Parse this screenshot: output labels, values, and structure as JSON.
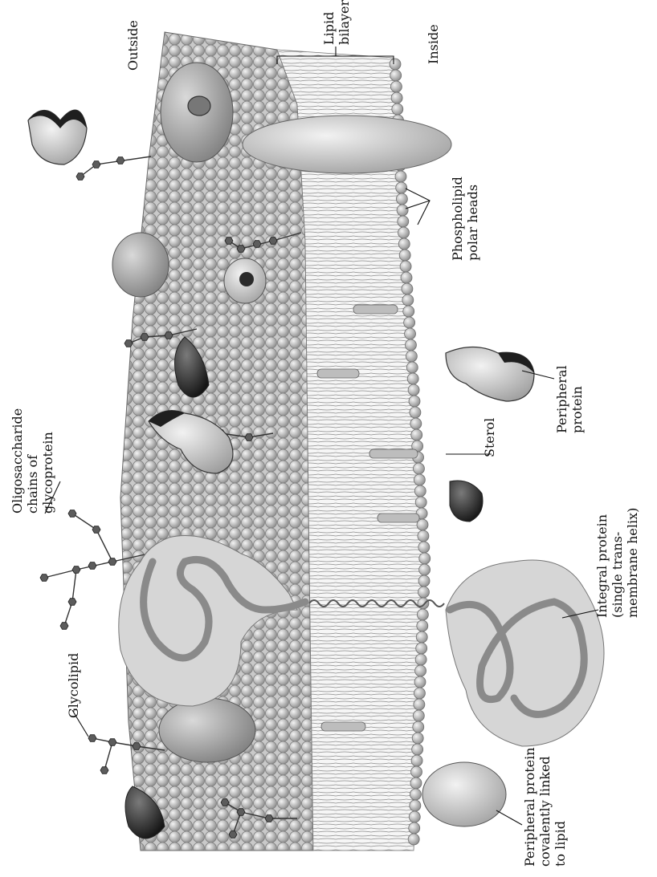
{
  "diagram": {
    "labels": {
      "outside": "Outside",
      "inside": "Inside",
      "lipid_bilayer": "Lipid\nbilayer",
      "oligosaccharide": "Oligosaccharide\nchains of\nglycoprotein",
      "glycolipid": "Glycolipid",
      "phospholipid_heads": "Phospholipid\npolar heads",
      "sterol": "Sterol",
      "peripheral_protein": "Peripheral\nprotein",
      "integral_protein": "Integral protein\n(single trans-\nmembrane helix)",
      "peripheral_covalent": "Peripheral protein\ncovalently linked\nto lipid"
    },
    "colors": {
      "head_light": "#efefef",
      "head_dark": "#8d8d8d",
      "tail_stroke": "#6a6a6a",
      "protein_light": "#dedede",
      "protein_mid": "#a6a6a6",
      "protein_dark": "#2e2e2e",
      "integral_body": "#d4d4d4",
      "integral_coil": "#8a8a8a",
      "sugar": "#5c5c5c",
      "ink": "#111111"
    }
  }
}
